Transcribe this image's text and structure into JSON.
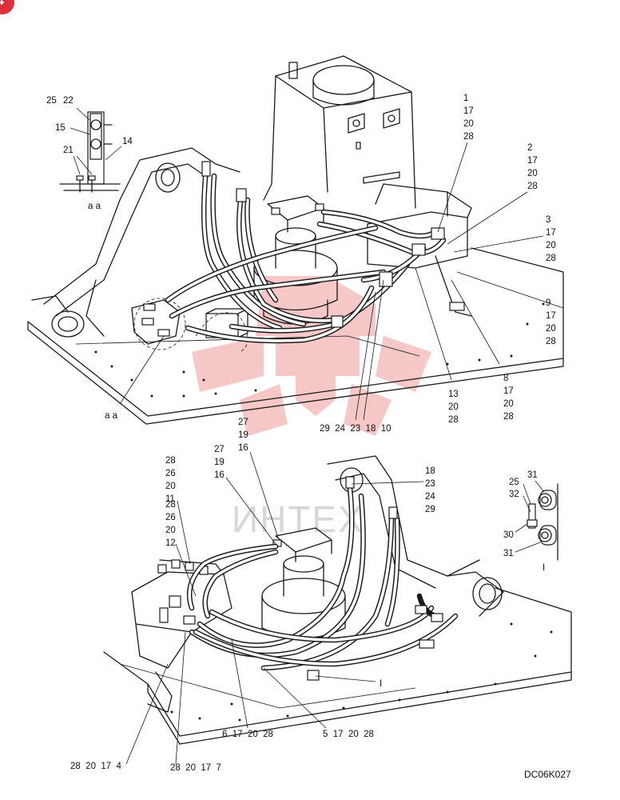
{
  "watermark": {
    "text": "ИНТЕХ",
    "logo": "red-gear-logo",
    "color": "#e03a3a"
  },
  "drawing_code": "DC06K027",
  "detail_aa": {
    "section_label": "a a",
    "callout_label": "a a",
    "parts": [
      "25",
      "22",
      "15",
      "21",
      "14"
    ]
  },
  "detail_I": {
    "section_label": "I",
    "callout_label": "I",
    "parts": [
      "31",
      "25",
      "32",
      "30",
      "31"
    ]
  },
  "top_view_callouts": [
    {
      "lines": [
        "1",
        "17",
        "20",
        "28"
      ]
    },
    {
      "lines": [
        "2",
        "17",
        "20",
        "28"
      ]
    },
    {
      "lines": [
        "3",
        "17",
        "20",
        "28"
      ]
    },
    {
      "lines": [
        "9",
        "17",
        "20",
        "28"
      ]
    },
    {
      "lines": [
        "8",
        "17",
        "20",
        "28"
      ]
    },
    {
      "lines": [
        "13",
        "20",
        "28"
      ]
    },
    {
      "text": "29  24  23  18  10"
    }
  ],
  "bottom_view_callouts": [
    {
      "lines": [
        "27",
        "19",
        "16"
      ]
    },
    {
      "lines": [
        "27",
        "19",
        "16"
      ]
    },
    {
      "lines": [
        "28",
        "26",
        "20",
        "11"
      ]
    },
    {
      "lines": [
        "28",
        "26",
        "20",
        "12"
      ]
    },
    {
      "lines": [
        "18",
        "23",
        "24",
        "29"
      ]
    },
    {
      "text": "6  17  20  28"
    },
    {
      "text": "5  17  20  28"
    },
    {
      "text": "28  20  17  4"
    },
    {
      "text": "28  20  17  7"
    }
  ]
}
